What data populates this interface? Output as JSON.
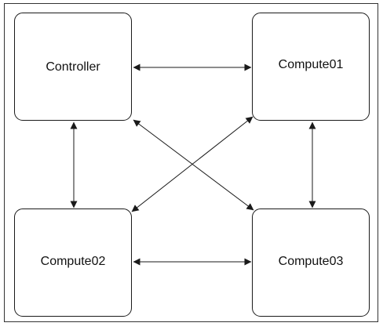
{
  "diagram": {
    "nodes": [
      {
        "id": "controller",
        "label": "Controller"
      },
      {
        "id": "compute01",
        "label": "Compute01"
      },
      {
        "id": "compute02",
        "label": "Compute02"
      },
      {
        "id": "compute03",
        "label": "Compute03"
      }
    ],
    "links": [
      {
        "from": "controller",
        "to": "compute01",
        "arrows": "both"
      },
      {
        "from": "controller",
        "to": "compute02",
        "arrows": "both"
      },
      {
        "from": "controller",
        "to": "compute03",
        "arrows": "both"
      },
      {
        "from": "compute01",
        "to": "compute02",
        "arrows": "both"
      },
      {
        "from": "compute01",
        "to": "compute03",
        "arrows": "both"
      },
      {
        "from": "compute02",
        "to": "compute03",
        "arrows": "both"
      }
    ]
  },
  "colors": {
    "stroke": "#1a1a1a",
    "background": "#ffffff"
  }
}
